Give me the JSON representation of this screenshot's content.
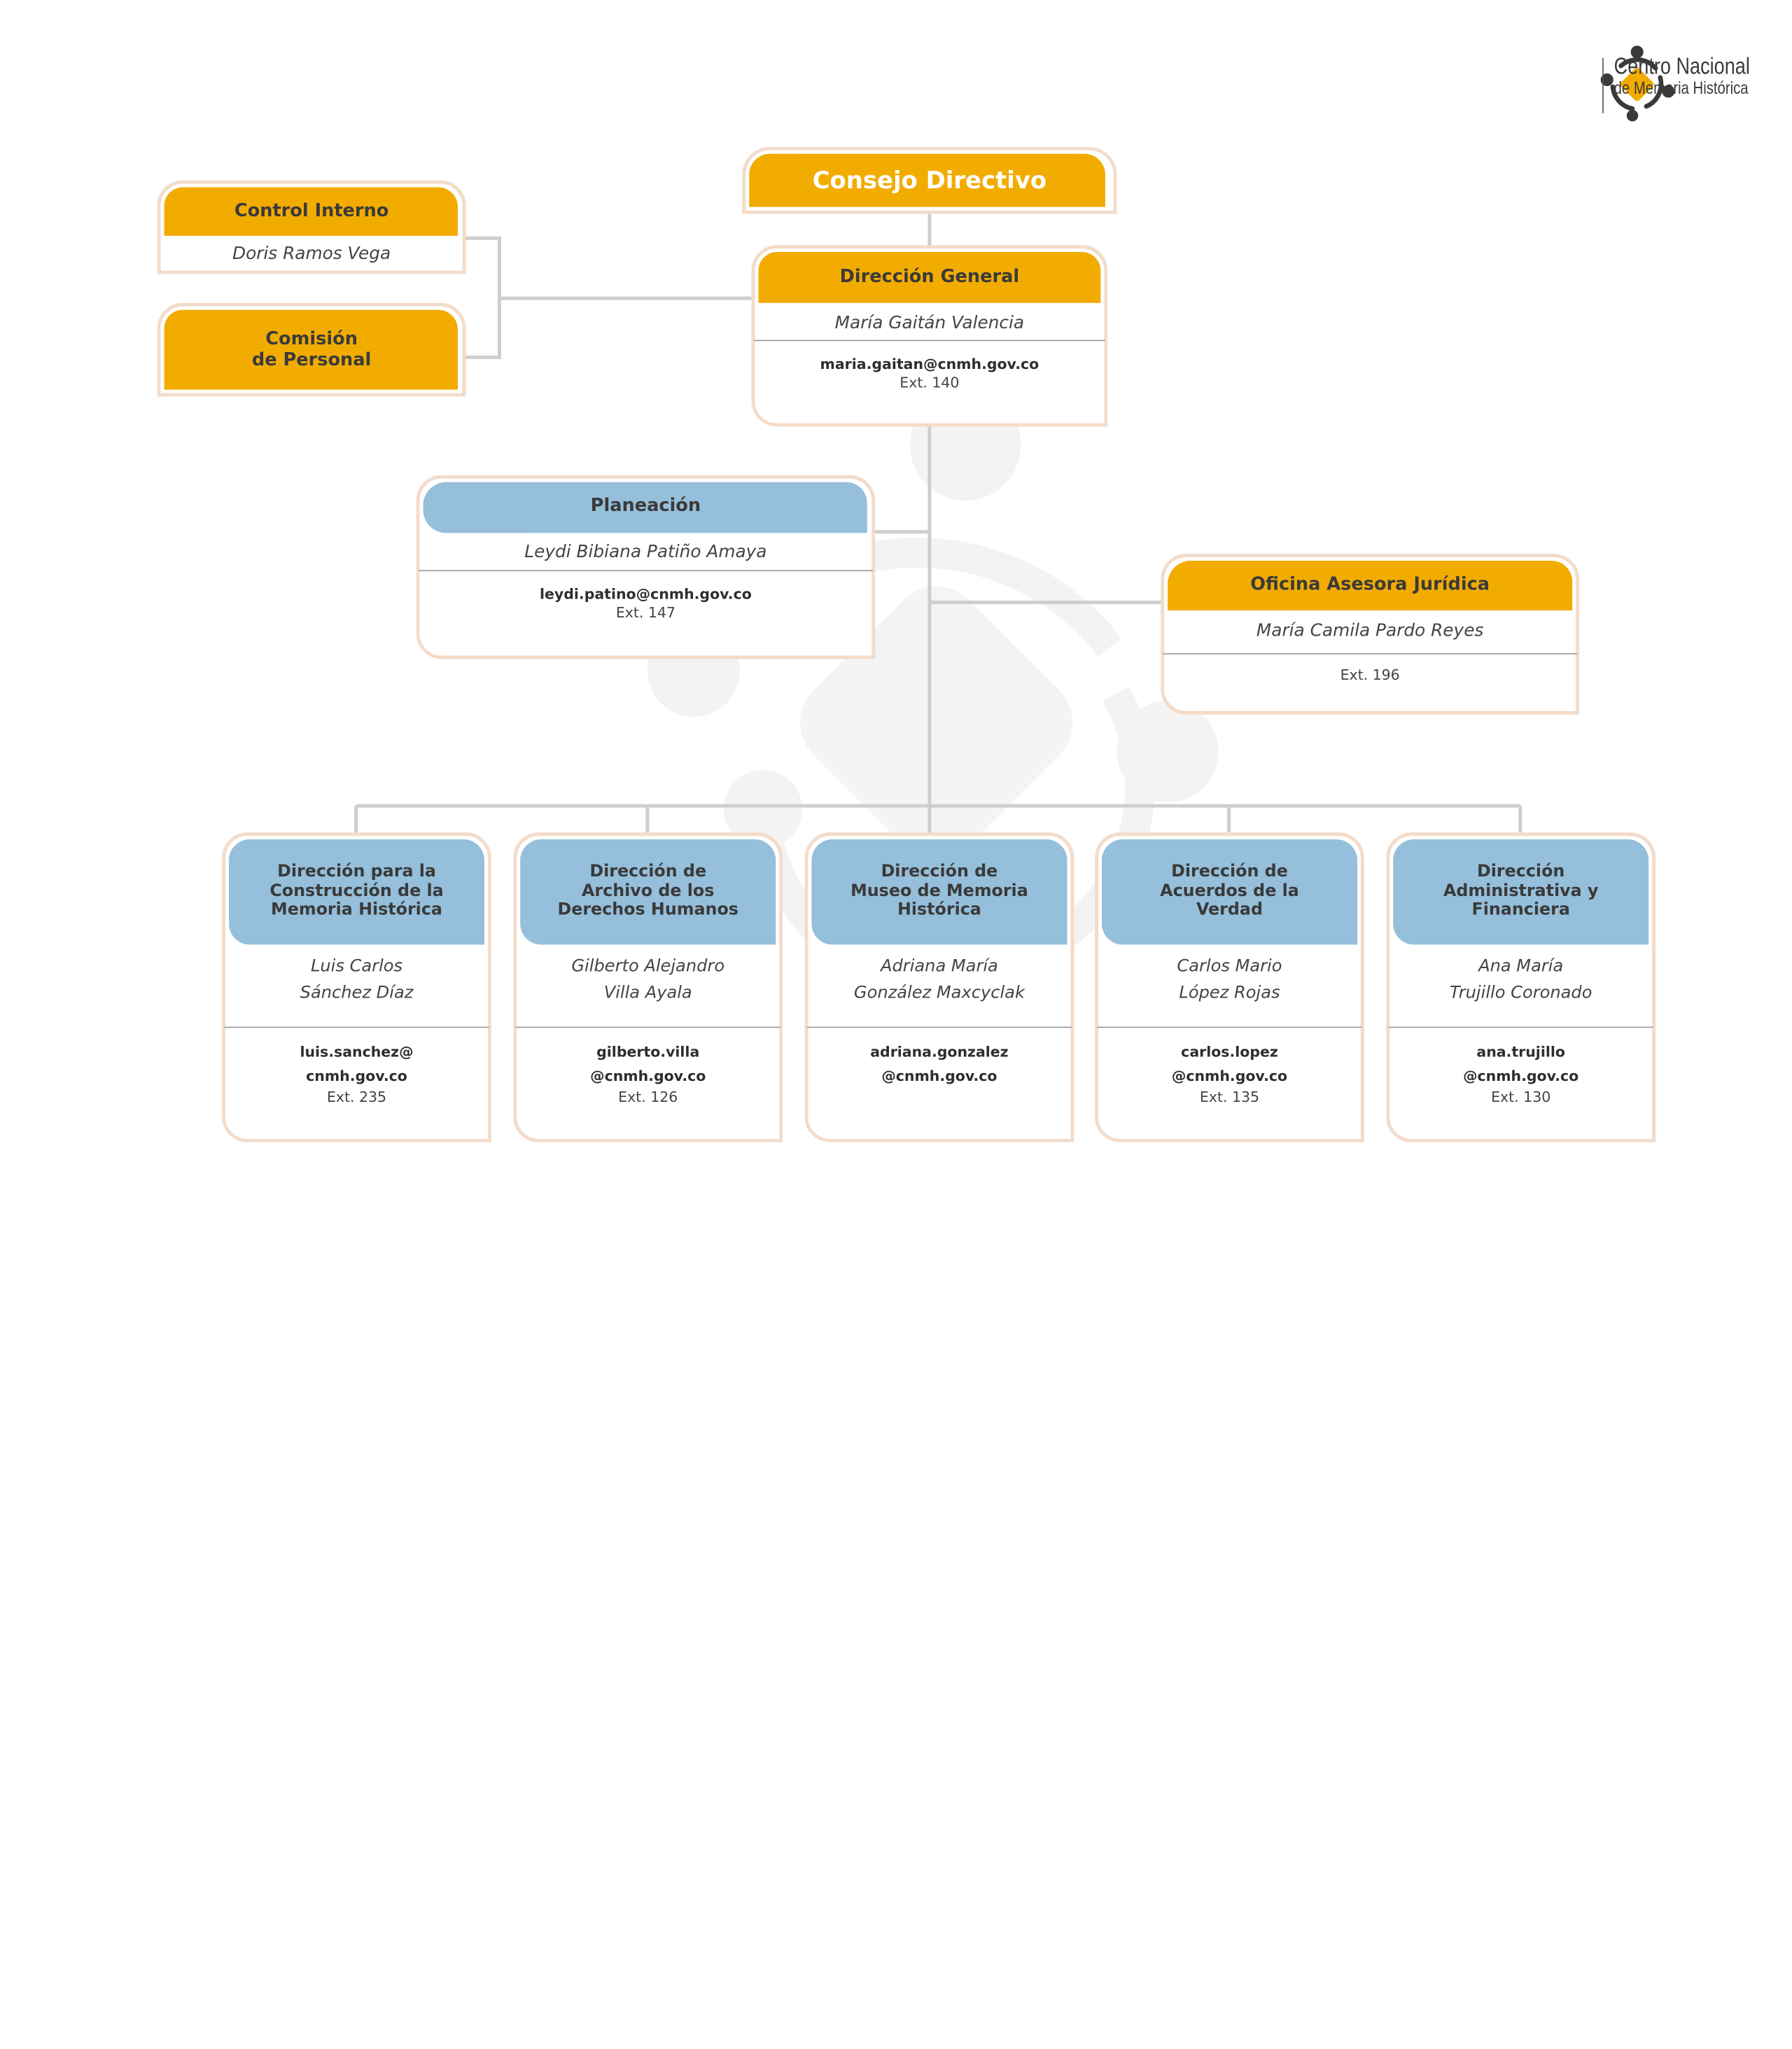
{
  "logo": {
    "line1": "Centro Nacional",
    "line2": "de Memoria Histórica"
  },
  "colors": {
    "accent": "#F2AC00",
    "secondary": "#95BFDA",
    "border": "#F3DCCB",
    "connector": "#CDCDCD",
    "watermark": "#F2F2F2"
  },
  "consejo": {
    "title": "Consejo Directivo"
  },
  "control_interno": {
    "title": "Control Interno",
    "name": "Doris Ramos Vega"
  },
  "comision": {
    "title_line1": "Comisión",
    "title_line2": "de Personal"
  },
  "direccion_general": {
    "title": "Dirección General",
    "name": "María Gaitán Valencia",
    "email": "maria.gaitan@cnmh.gov.co",
    "ext": "Ext. 140"
  },
  "planeacion": {
    "title": "Planeación",
    "name": "Leydi Bibiana Patiño Amaya",
    "email": "leydi.patino@cnmh.gov.co",
    "ext": "Ext. 147"
  },
  "juridica": {
    "title": "Oficina Asesora Jurídica",
    "name": "María Camila Pardo Reyes",
    "ext": "Ext. 196"
  },
  "direcciones": [
    {
      "title": [
        "Dirección para la",
        "Construcción de la",
        "Memoria Histórica"
      ],
      "name": [
        "Luis Carlos",
        "Sánchez Díaz"
      ],
      "email": [
        "luis.sanchez@",
        "cnmh.gov.co"
      ],
      "ext": "Ext. 235"
    },
    {
      "title": [
        "Dirección de",
        "Archivo de los",
        "Derechos Humanos"
      ],
      "name": [
        "Gilberto Alejandro",
        "Villa Ayala"
      ],
      "email": [
        "gilberto.villa",
        "@cnmh.gov.co"
      ],
      "ext": "Ext. 126"
    },
    {
      "title": [
        "Dirección de",
        "Museo de Memoria",
        "Histórica"
      ],
      "name": [
        "Adriana María",
        "González Maxcyclak"
      ],
      "email": [
        "adriana.gonzalez",
        "@cnmh.gov.co"
      ],
      "ext": ""
    },
    {
      "title": [
        "Dirección de",
        "Acuerdos de la",
        "Verdad"
      ],
      "name": [
        "Carlos Mario",
        "López Rojas"
      ],
      "email": [
        "carlos.lopez",
        "@cnmh.gov.co"
      ],
      "ext": "Ext. 135"
    },
    {
      "title": [
        "Dirección",
        "Administrativa y",
        "Financiera"
      ],
      "name": [
        "Ana María",
        "Trujillo Coronado"
      ],
      "email": [
        "ana.trujillo",
        "@cnmh.gov.co"
      ],
      "ext": "Ext. 130"
    }
  ]
}
